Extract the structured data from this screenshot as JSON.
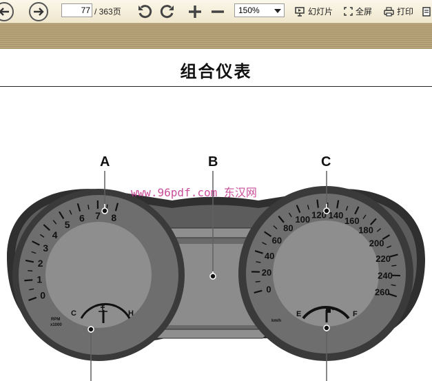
{
  "toolbar": {
    "page_current": "77",
    "page_total": "/ 363页",
    "zoom": "150%",
    "slideshow_label": "幻灯片",
    "fullscreen_label": "全屏",
    "print_label": "打印"
  },
  "document": {
    "section_title": "组合仪表"
  },
  "figure": {
    "callouts": {
      "a": "A",
      "b": "B",
      "c": "C"
    },
    "watermark": "www.96pdf.com 东汉网",
    "tach_numbers": [
      "0",
      "1",
      "2",
      "3",
      "4",
      "5",
      "6",
      "7",
      "8"
    ],
    "tach_unit_1": "RPM",
    "tach_unit_2": "x1000",
    "temp_cold": "C",
    "temp_hot": "H",
    "speed_numbers": [
      "0",
      "20",
      "40",
      "60",
      "80",
      "100",
      "120",
      "140",
      "160",
      "180",
      "200",
      "220",
      "240",
      "260"
    ],
    "speed_unit": "km/h",
    "fuel_empty": "E",
    "fuel_full": "F"
  }
}
